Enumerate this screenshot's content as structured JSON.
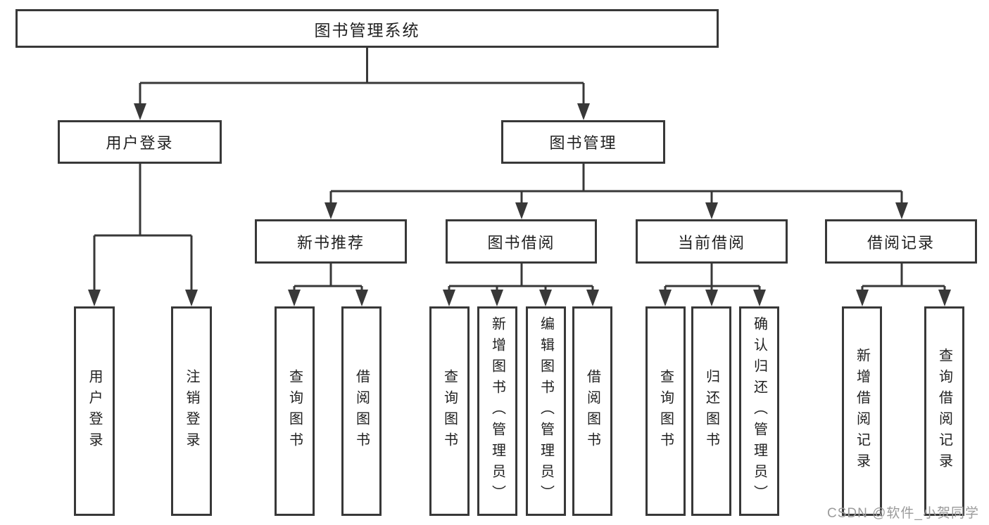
{
  "diagram_type": "hierarchy-tree",
  "tree": {
    "label": "图书管理系统",
    "children": [
      {
        "label": "用户登录",
        "children": [
          {
            "label": "用户登录"
          },
          {
            "label": "注销登录"
          }
        ]
      },
      {
        "label": "图书管理",
        "children": [
          {
            "label": "新书推荐",
            "children": [
              {
                "label": "查询图书"
              },
              {
                "label": "借阅图书"
              }
            ]
          },
          {
            "label": "图书借阅",
            "children": [
              {
                "label": "查询图书"
              },
              {
                "label": "新增图书（管理员）"
              },
              {
                "label": "编辑图书（管理员）"
              },
              {
                "label": "借阅图书"
              }
            ]
          },
          {
            "label": "当前借阅",
            "children": [
              {
                "label": "查询图书"
              },
              {
                "label": "归还图书"
              },
              {
                "label": "确认归还（管理员）"
              }
            ]
          },
          {
            "label": "借阅记录",
            "children": [
              {
                "label": "新增借阅记录"
              },
              {
                "label": "查询借阅记录"
              }
            ]
          }
        ]
      }
    ]
  },
  "watermark": {
    "text": "CSDN @软件_小贺同学"
  },
  "colors": {
    "line": "#383838",
    "text": "#212121",
    "watermark": "#9b9b9b",
    "background": "#ffffff"
  }
}
